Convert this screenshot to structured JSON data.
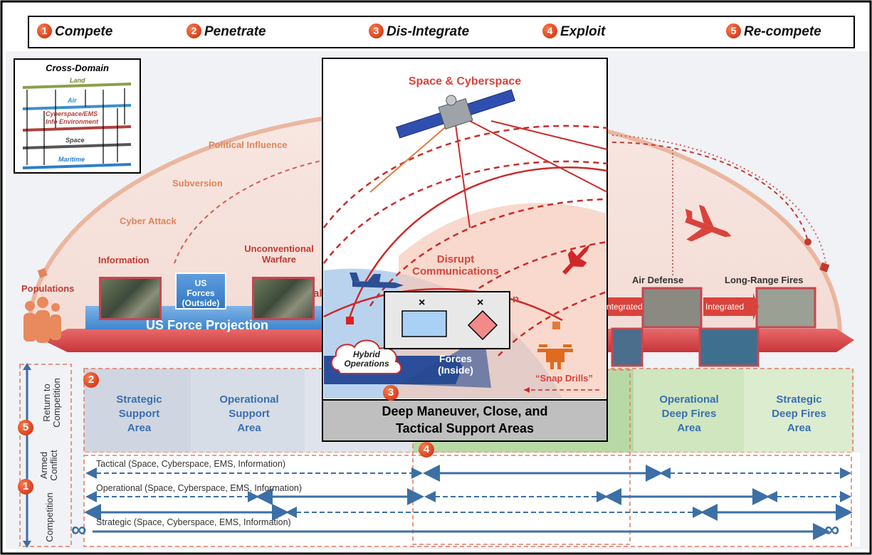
{
  "phases": [
    {
      "num": "1",
      "label": "Compete"
    },
    {
      "num": "2",
      "label": "Penetrate"
    },
    {
      "num": "3",
      "label": "Dis-Integrate"
    },
    {
      "num": "4",
      "label": "Exploit"
    },
    {
      "num": "5",
      "label": "Re-compete"
    }
  ],
  "cross_domain": {
    "title": "Cross-Domain",
    "layers": [
      "Land",
      "Air",
      "Cyberspace/EMS",
      "Info Environment",
      "Space",
      "Maritime"
    ]
  },
  "arc_labels": {
    "political_influence": "Political Influence",
    "subversion": "Subversion",
    "cyber_attack": "Cyber Attack",
    "information": "Information",
    "unconventional": "Unconventional",
    "warfare": "Warfare",
    "populations": "Populations",
    "al_fragment": "al"
  },
  "us_forces_outside": {
    "line1": "US",
    "line2": "Forces",
    "line3": "(Outside)"
  },
  "us_force_projection": "US Force Projection",
  "right_side": {
    "air_defense": "Air Defense",
    "long_range_fires": "Long-Range Fires",
    "integrated_1": "ntegrated",
    "integrated_2": "Integrated"
  },
  "areas": [
    {
      "line1": "Strategic",
      "line2": "Support",
      "line3": "Area"
    },
    {
      "line1": "Operational",
      "line2": "Support",
      "line3": "Area"
    },
    {
      "line1": "Operational",
      "line2": "Deep Fires",
      "line3": "Area"
    },
    {
      "line1": "Strategic",
      "line2": "Deep Fires",
      "line3": "Area"
    }
  ],
  "vertical_labels": {
    "return_to": "Return to",
    "competition_top": "Competition",
    "armed": "Armed",
    "conflict": "Conflict",
    "competition_bottom": "Competition"
  },
  "timeline_rows": [
    "Tactical (Space, Cyberspace, EMS, Information)",
    "Operational (Space, Cyberspace, EMS, Information)",
    "Strategic (Space, Cyberspace, EMS, Information)"
  ],
  "infinity": "∞",
  "inset": {
    "title": "Space & Cyberspace",
    "disrupt_line1": "Disrupt",
    "disrupt_line2": "Communications",
    "n_fragment": "n",
    "hybrid_line1": "Hybrid",
    "hybrid_line2": "Operations",
    "forces_line1": "Forces",
    "forces_line2": "(Inside)",
    "snap_drills": "“Snap Drills”",
    "caption_line1": "Deep Maneuver, Close,  and",
    "caption_line2": "Tactical Support Areas",
    "close_mark": "×"
  },
  "badges": {
    "b2": "2",
    "b5": "5",
    "b1": "1",
    "b3": "3",
    "b4": "4"
  },
  "colors": {
    "accent_red": "#d9433c",
    "blue_band": "#4a8fd4",
    "support_gray": "#d4dbe6",
    "deep_fires_green": "#c9e2b8",
    "arrow_blue": "#3c6fa6"
  },
  "icons": [
    "satellite-icon",
    "jet-icon",
    "drone-icon",
    "bomber-icon",
    "population-icon",
    "cloud-icon"
  ]
}
